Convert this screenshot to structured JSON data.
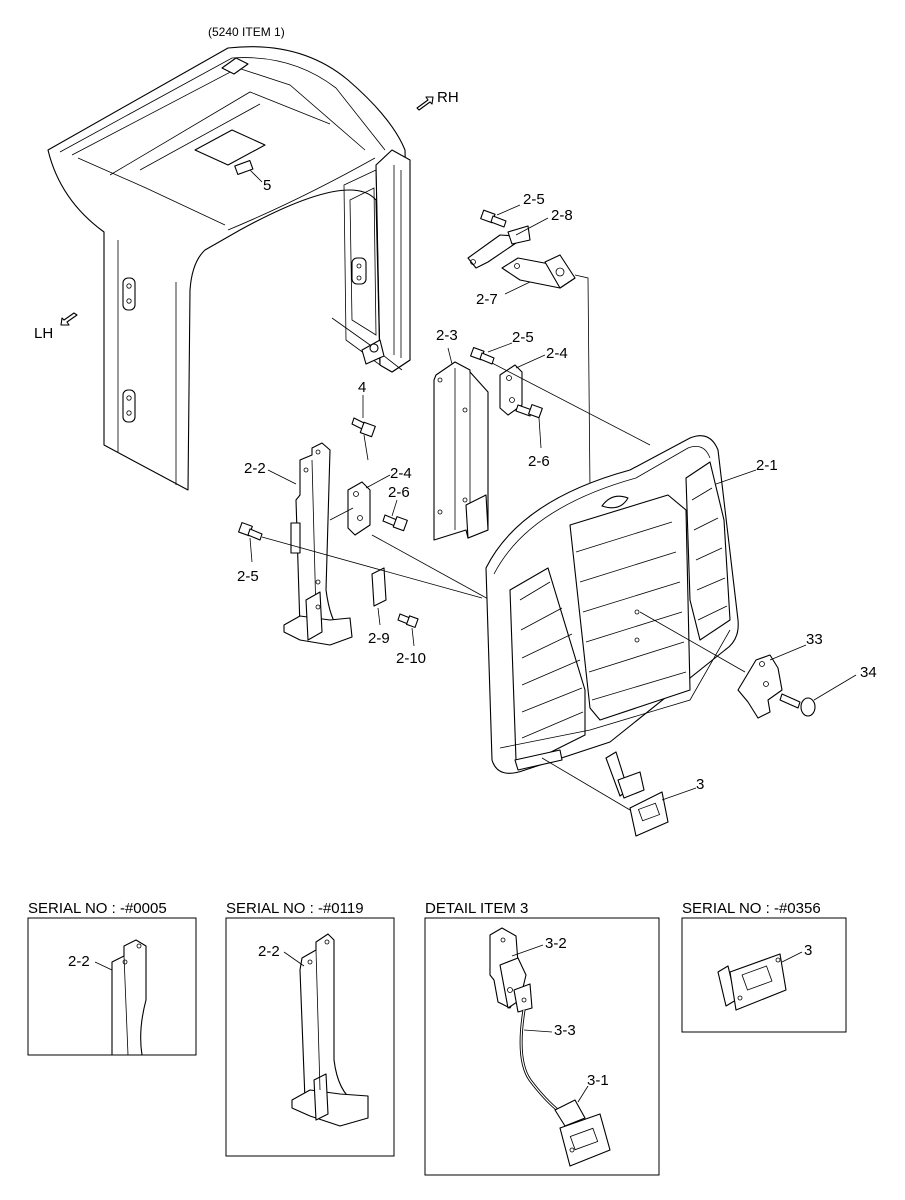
{
  "header": {
    "reference": "(5240 ITEM 1)"
  },
  "orientation": {
    "right": "RH",
    "left": "LH"
  },
  "callouts": {
    "c5": "5",
    "c2_5a": "2-5",
    "c2_8": "2-8",
    "c2_7": "2-7",
    "c2_3": "2-3",
    "c2_5b": "2-5",
    "c2_4a": "2-4",
    "c2_6a": "2-6",
    "c4": "4",
    "c2_2": "2-2",
    "c2_4b": "2-4",
    "c2_6b": "2-6",
    "c2_1": "2-1",
    "c2_5c": "2-5",
    "c2_9": "2-9",
    "c2_10": "2-10",
    "c33": "33",
    "c34": "34",
    "c3": "3"
  },
  "details": [
    {
      "title": "SERIAL NO : -#0005",
      "labels": [
        "2-2"
      ]
    },
    {
      "title": "SERIAL NO : -#0119",
      "labels": [
        "2-2"
      ]
    },
    {
      "title": "DETAIL ITEM 3",
      "labels": [
        "3-2",
        "3-3",
        "3-1"
      ]
    },
    {
      "title": "SERIAL NO : -#0356",
      "labels": [
        "3"
      ]
    }
  ]
}
